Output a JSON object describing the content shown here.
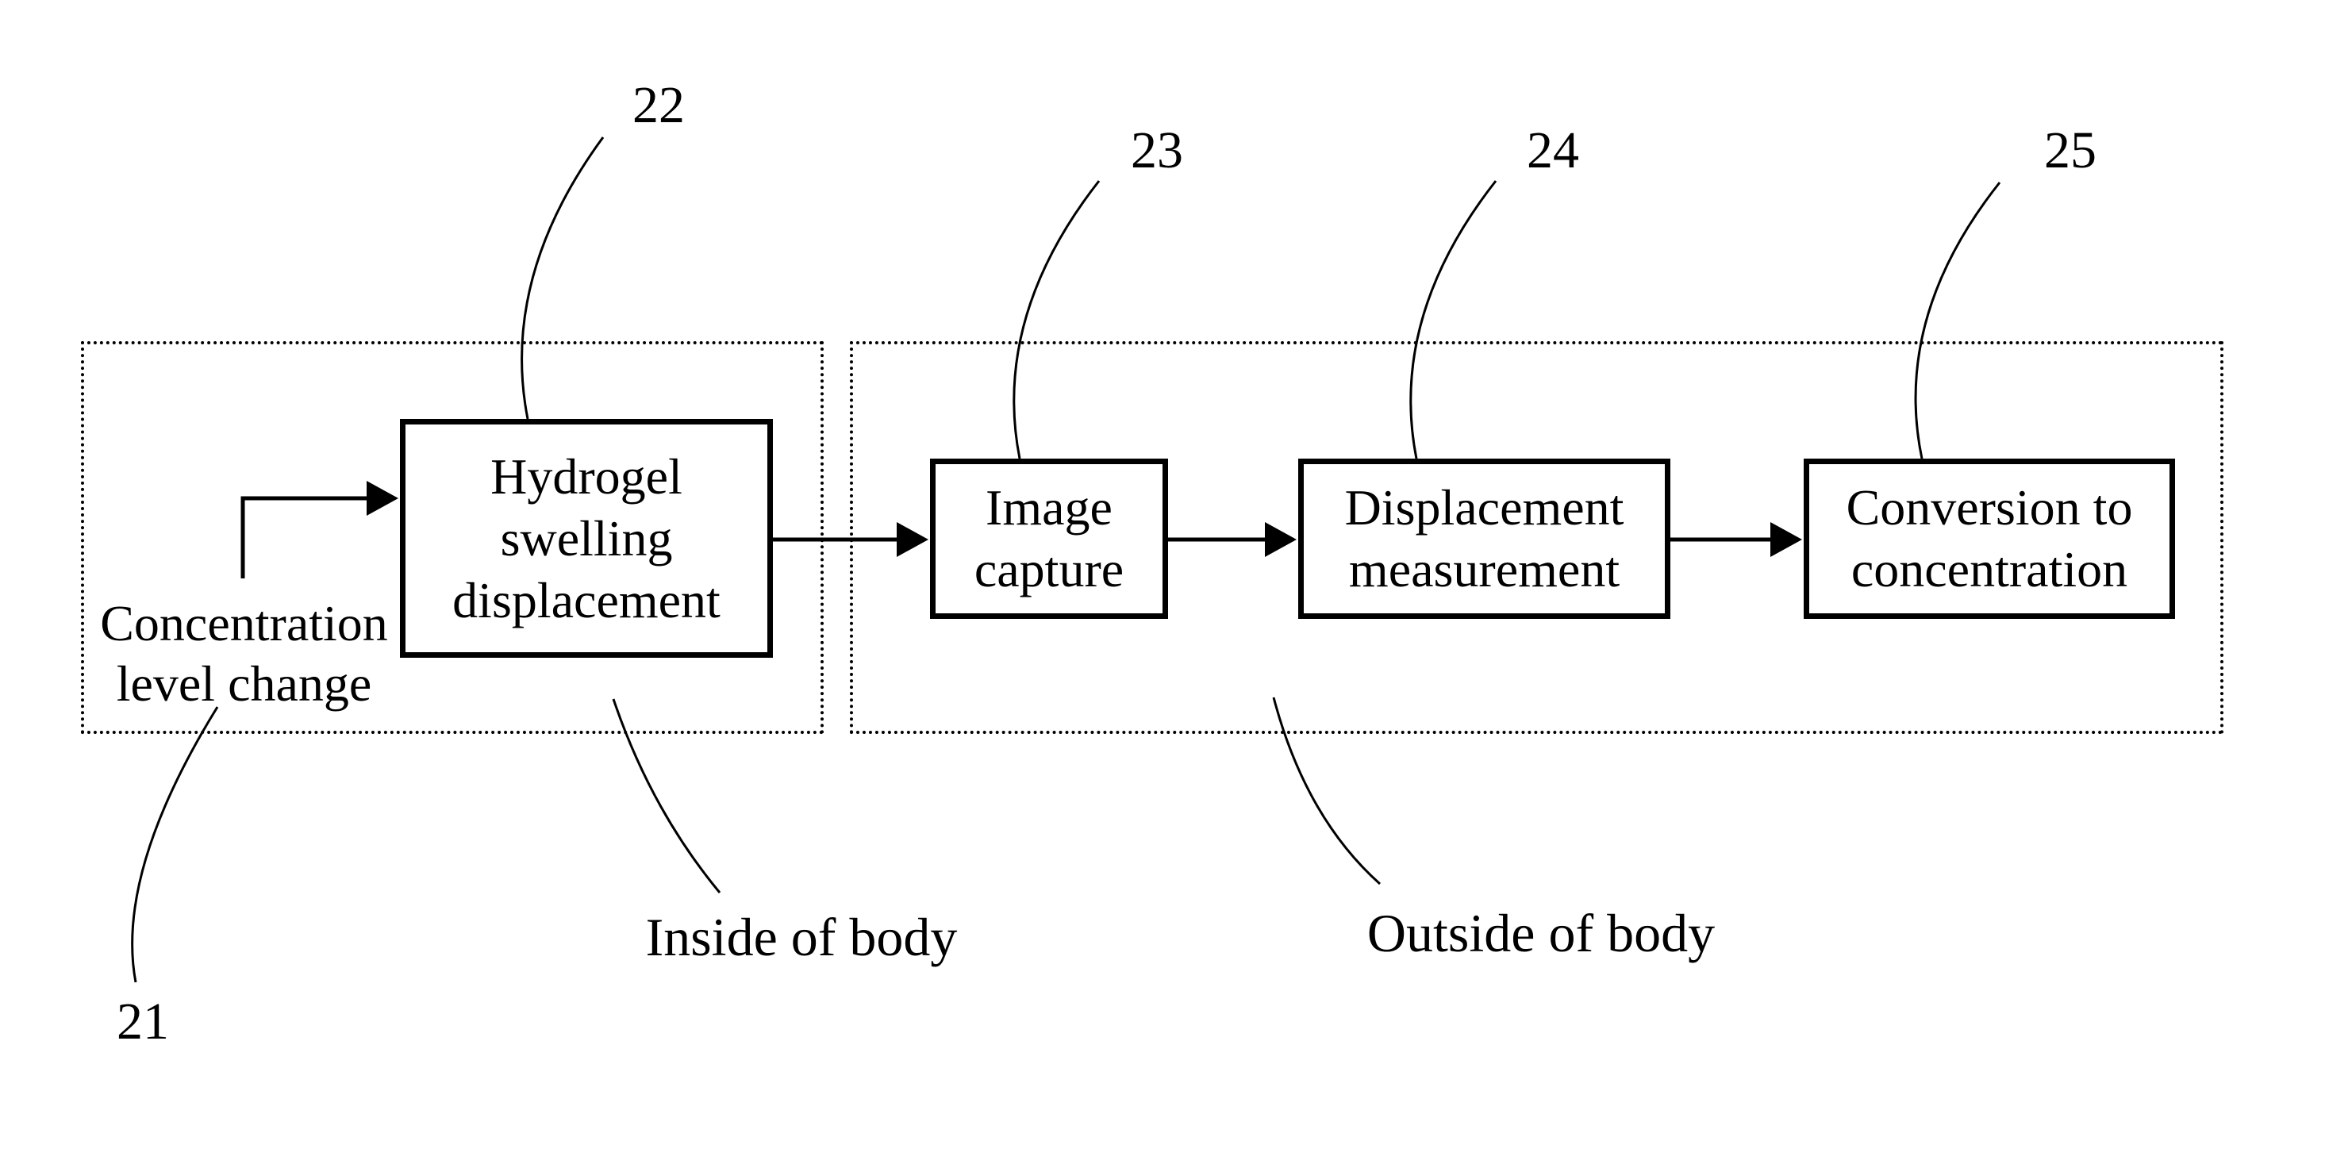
{
  "figure": {
    "background_color": "#ffffff",
    "ink_color": "#000000",
    "regions": {
      "inside": {
        "caption": "Inside of body"
      },
      "outside": {
        "caption": "Outside of body"
      }
    },
    "boxes": {
      "hydrogel": {
        "ref": "22",
        "lines": [
          "Hydrogel",
          "swelling",
          "displacement"
        ]
      },
      "image_capture": {
        "ref": "23",
        "lines": [
          "Image",
          "capture"
        ]
      },
      "displacement": {
        "ref": "24",
        "lines": [
          "Displacement",
          "measurement"
        ]
      },
      "conversion": {
        "ref": "25",
        "lines": [
          "Conversion to",
          "concentration"
        ]
      }
    },
    "input": {
      "ref": "21",
      "lines": [
        "Concentration",
        "level change"
      ]
    }
  }
}
